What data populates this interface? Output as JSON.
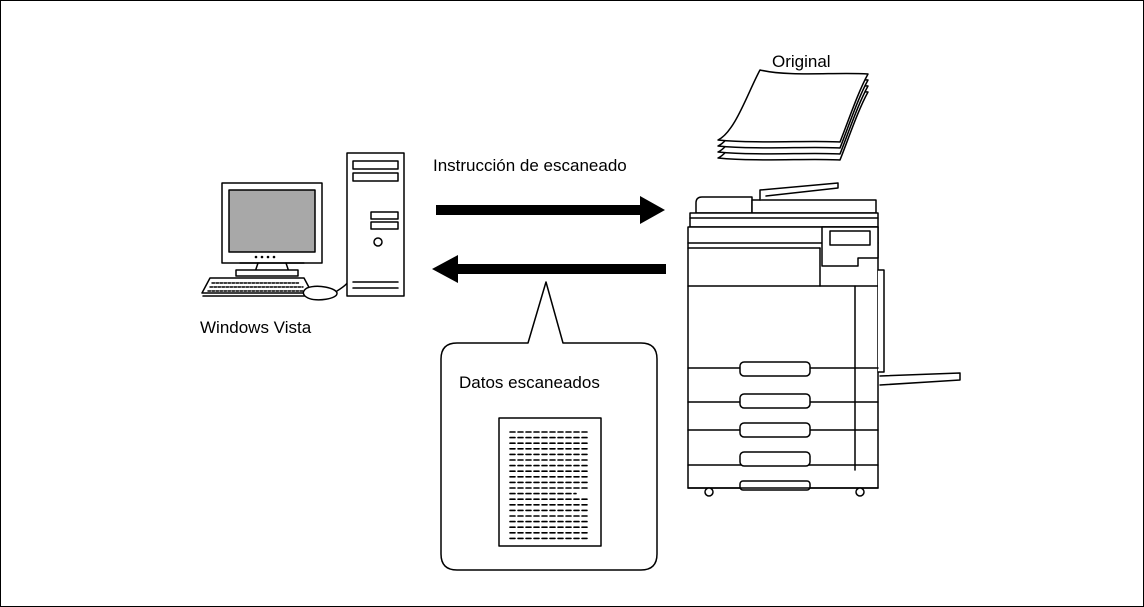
{
  "labels": {
    "original": "Original",
    "scan_instruction": "Instrucción de escaneado",
    "windows_vista": "Windows Vista",
    "scanned_data": "Datos escaneados"
  },
  "colors": {
    "stroke": "#000000",
    "monitor_screen": "#a8a8a8",
    "arrow": "#000000",
    "background": "#ffffff"
  },
  "icons": [
    "computer-icon",
    "tower-icon",
    "keyboard-icon",
    "mouse-icon",
    "printer-icon",
    "paper-stack-icon",
    "document-icon",
    "arrow-right-icon",
    "arrow-left-icon"
  ]
}
